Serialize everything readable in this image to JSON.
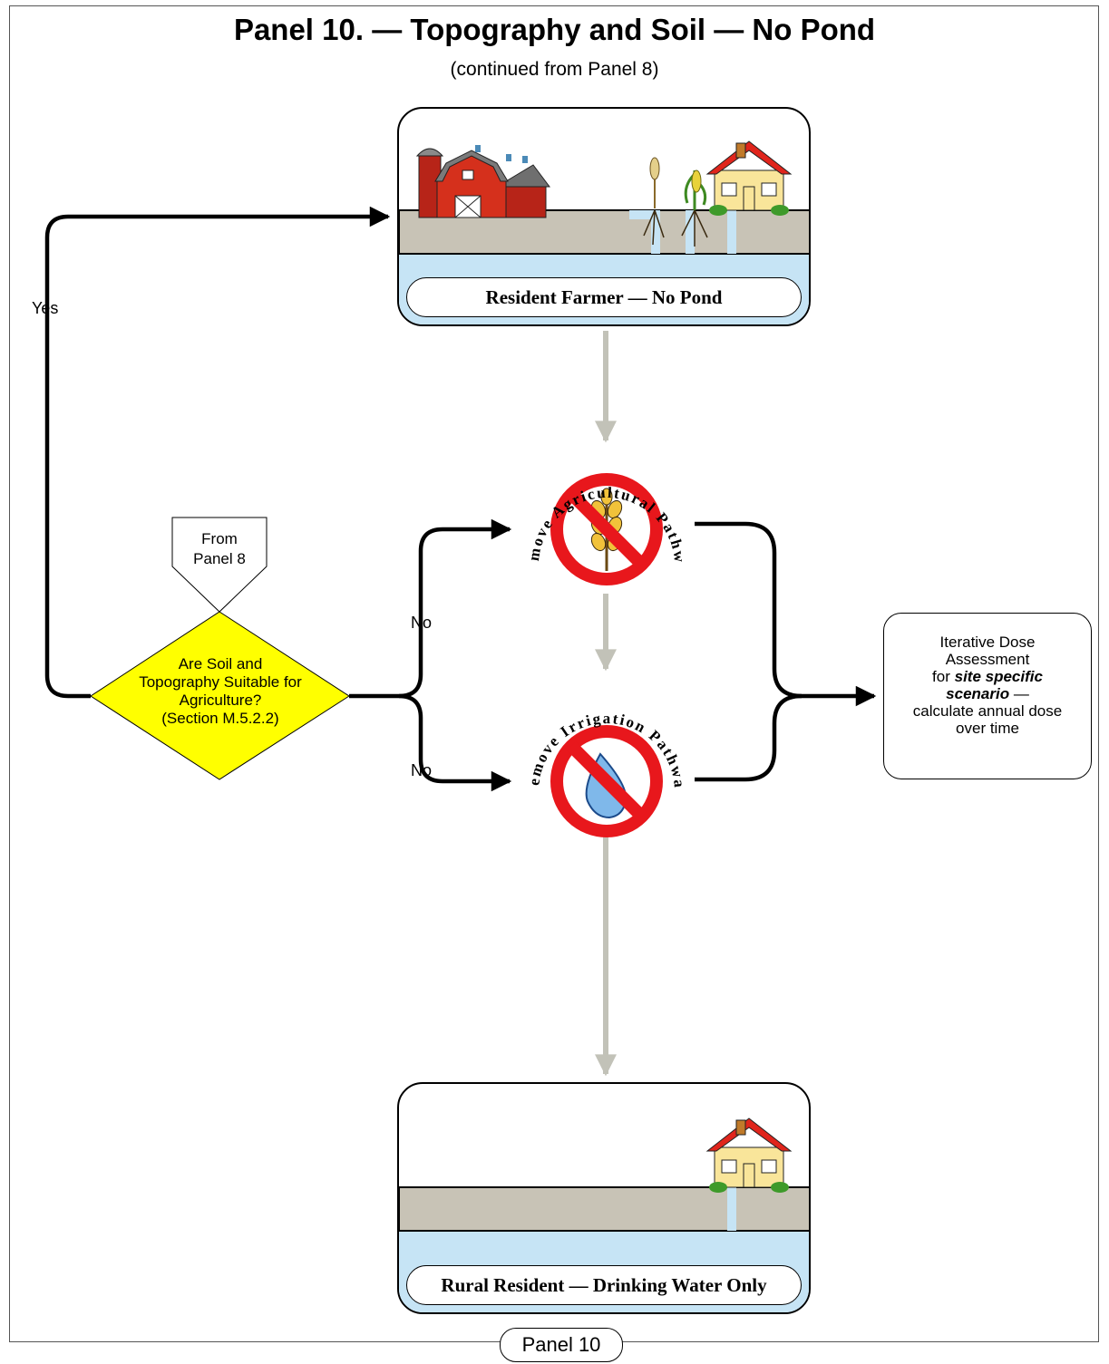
{
  "title": "Panel 10. — Topography and Soil — No Pond",
  "subtitle": "(continued from Panel 8)",
  "footer": "Panel 10",
  "scenes": {
    "top": "Resident Farmer — No Pond",
    "bottom": "Rural Resident — Drinking Water Only"
  },
  "start": {
    "line1": "From",
    "line2": "Panel 8"
  },
  "decision": {
    "line1": "Are Soil and",
    "line2": "Topography Suitable for",
    "line3": "Agriculture?",
    "line4": "(Section M.5.2.2)"
  },
  "edges": {
    "yes": "Yes",
    "no_upper": "No",
    "no_lower": "No"
  },
  "actions": {
    "agricultural": "Remove Agricultural Pathway",
    "irrigation": "Remove Irrigation Pathway"
  },
  "outcome": {
    "line1": "Iterative Dose",
    "line2": "Assessment",
    "line3_prefix": "for ",
    "line3_bold": "site specific",
    "line4_bold": "scenario",
    "line4_suffix": " —",
    "line5": "calculate annual dose",
    "line6": "over time"
  },
  "colors": {
    "decision_fill": "#ffff00",
    "ground": "#c8c3b6",
    "water": "#c6e4f5",
    "prohibition_red": "#e8171c",
    "gray_arrow": "#c2c2b8",
    "barn_red": "#c8281a"
  },
  "icons": [
    "barn-icon",
    "wheat-plant-icon",
    "corn-plant-icon",
    "house-icon",
    "no-wheat-icon",
    "no-water-drop-icon"
  ]
}
